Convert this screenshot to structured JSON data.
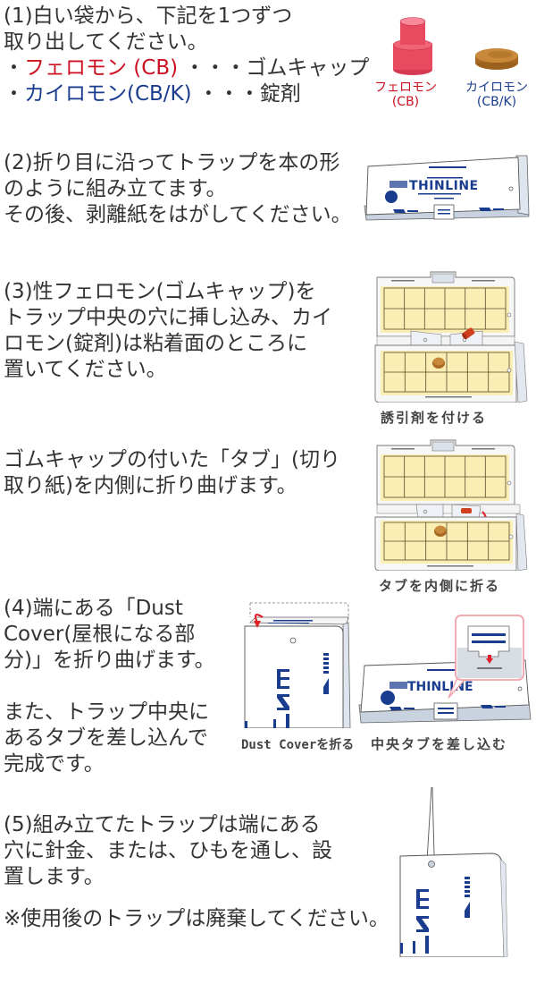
{
  "step1": {
    "line1": "(1)白い袋から、下記を1つずつ",
    "line2": "取り出してください。",
    "item1_bullet": "・",
    "item1_name": "フェロモン (CB)",
    "item1_sep": " ・・・ゴムキャップ",
    "item2_bullet": "・",
    "item2_name": "カイロモン(CB/K)",
    "item2_sep": " ・・・錠剤",
    "figure": {
      "pheromone_label": "フェロモン",
      "pheromone_code": "(CB)",
      "kairomone_label": "カイロモン",
      "kairomone_code": "(CB/K)"
    }
  },
  "step2": {
    "line1": "(2)折り目に沿ってトラップを本の形",
    "line2": "のように組み立てます。",
    "line3": "その後、剥離紙をはがしてください。",
    "figure": {
      "brand": "THINLINE"
    }
  },
  "step3": {
    "line1": "(3)性フェロモン(ゴムキャップ)を",
    "line2": "トラップ中央の穴に挿し込み、カイ",
    "line3": "ロモン(錠剤)は粘着面のところに",
    "line4": "置いてください。",
    "caption": "誘引剤を付ける"
  },
  "step3b": {
    "line1": "ゴムキャップの付いた「タブ」(切り",
    "line2": "取り紙)を内側に折り曲げます。",
    "caption": "タブを内側に折る"
  },
  "step4": {
    "line1": "(4)端にある「Dust",
    "line2": "Cover(屋根になる部",
    "line3": "分)」を折り曲げます。",
    "line4": "また、トラップ中央に",
    "line5": "あるタブを差し込んで",
    "line6": "完成です。",
    "caption_left": "Dust Coverを折る",
    "caption_right": "中央タブを差し込む",
    "figure": {
      "brand": "THINLINE"
    }
  },
  "step5": {
    "line1": "(5)組み立てたトラップは端にある",
    "line2": "穴に針金、または、ひもを通し、設",
    "line3": "置します。",
    "note": "※使用後のトラップは廃棄してください。"
  },
  "colors": {
    "text": "#333333",
    "pheromone_red": "#cc1122",
    "kairomone_blue": "#1a3c8f",
    "brand_navy": "#1a3c8f",
    "sticky_yellow": "#fbeeb4",
    "cap_pink": "#e84a5f",
    "tablet_brown": "#b87a2a"
  }
}
